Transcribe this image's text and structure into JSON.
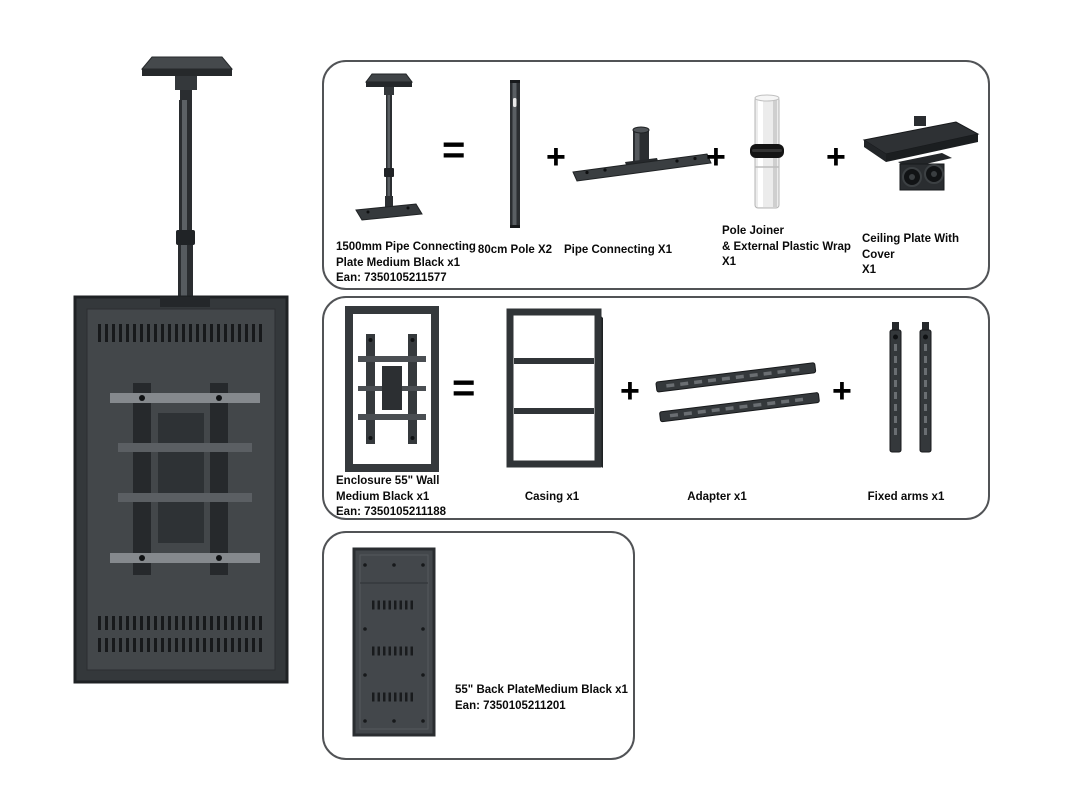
{
  "ops": {
    "equals": "=",
    "plus": "+"
  },
  "panel1": {
    "product_label": "1500mm Pipe Connecting\nPlate Medium Black x1\nEan: 7350105211577",
    "items": [
      {
        "label": "80cm Pole X2"
      },
      {
        "label": "Pipe Connecting X1"
      },
      {
        "label": "Pole Joiner\n& External Plastic Wrap\nX1"
      },
      {
        "label": "Ceiling Plate With Cover\nX1"
      }
    ]
  },
  "panel2": {
    "product_label": "Enclosure 55\" Wall\nMedium Black x1\nEan: 7350105211188",
    "items": [
      {
        "label": "Casing x1"
      },
      {
        "label": "Adapter x1"
      },
      {
        "label": "Fixed arms x1"
      }
    ]
  },
  "panel3": {
    "product_label": "55\" Back PlateMedium Black x1\nEan: 7350105211201"
  },
  "colors": {
    "product_dark": "#34383b",
    "product_mid": "#43474a",
    "rail_light": "#85898d",
    "joiner_white": "#ececec"
  }
}
